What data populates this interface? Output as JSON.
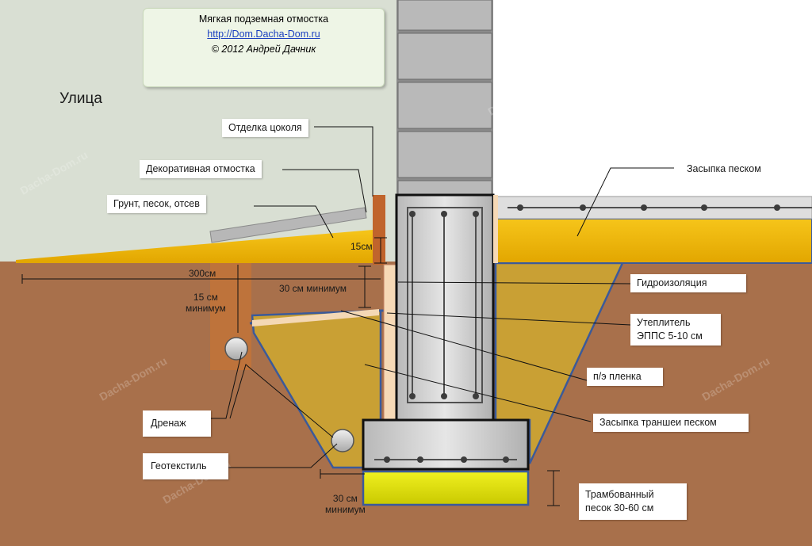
{
  "title": {
    "heading": "Мягкая подземная отмостка",
    "link": "http://Dom.Dacha-Dom.ru",
    "copyright": "© 2012 Андрей Дачник"
  },
  "street_label": "Улица",
  "labels": {
    "plinth_finish": "Отделка цоколя",
    "decorative_blind_area": "Декоративная отмостка",
    "soil_sand_screening": "Грунт, песок, отсев",
    "sand_backfill": "Засыпка песком",
    "waterproofing": "Гидроизоляция",
    "insulation_line1": "Утеплитель",
    "insulation_line2": "ЭППС 5-10 см",
    "pe_film": "п/э пленка",
    "trench_backfill": "Засыпка траншеи песком",
    "drainage": "Дренаж",
    "geotextile": "Геотекстиль",
    "compacted_sand_line1": "Трамбованный",
    "compacted_sand_line2": "песок 30-60 см"
  },
  "dimensions": {
    "d_15cm": "15см",
    "d_300cm": "300см",
    "d_30cm_min": "30 см минимум",
    "d_15cm_min_line1": "15 см",
    "d_15cm_min_line2": "минимум",
    "d_30cm_bottom_line1": "30 см",
    "d_30cm_bottom_line2": "минимум"
  },
  "watermark": "Dacha-Dom.ru",
  "colors": {
    "sky": "#d9dfd3",
    "house_interior": "#ffffff",
    "soil": "#a8704b",
    "sand": "#f2b807",
    "trench_sand": "#c49a2c",
    "concrete": "#d2d2d2",
    "waterproofing": "#3b5a9a",
    "insulation": "#f6d9b6",
    "compacted_sand": "#e3e30c",
    "brick": "#c87a3a"
  }
}
